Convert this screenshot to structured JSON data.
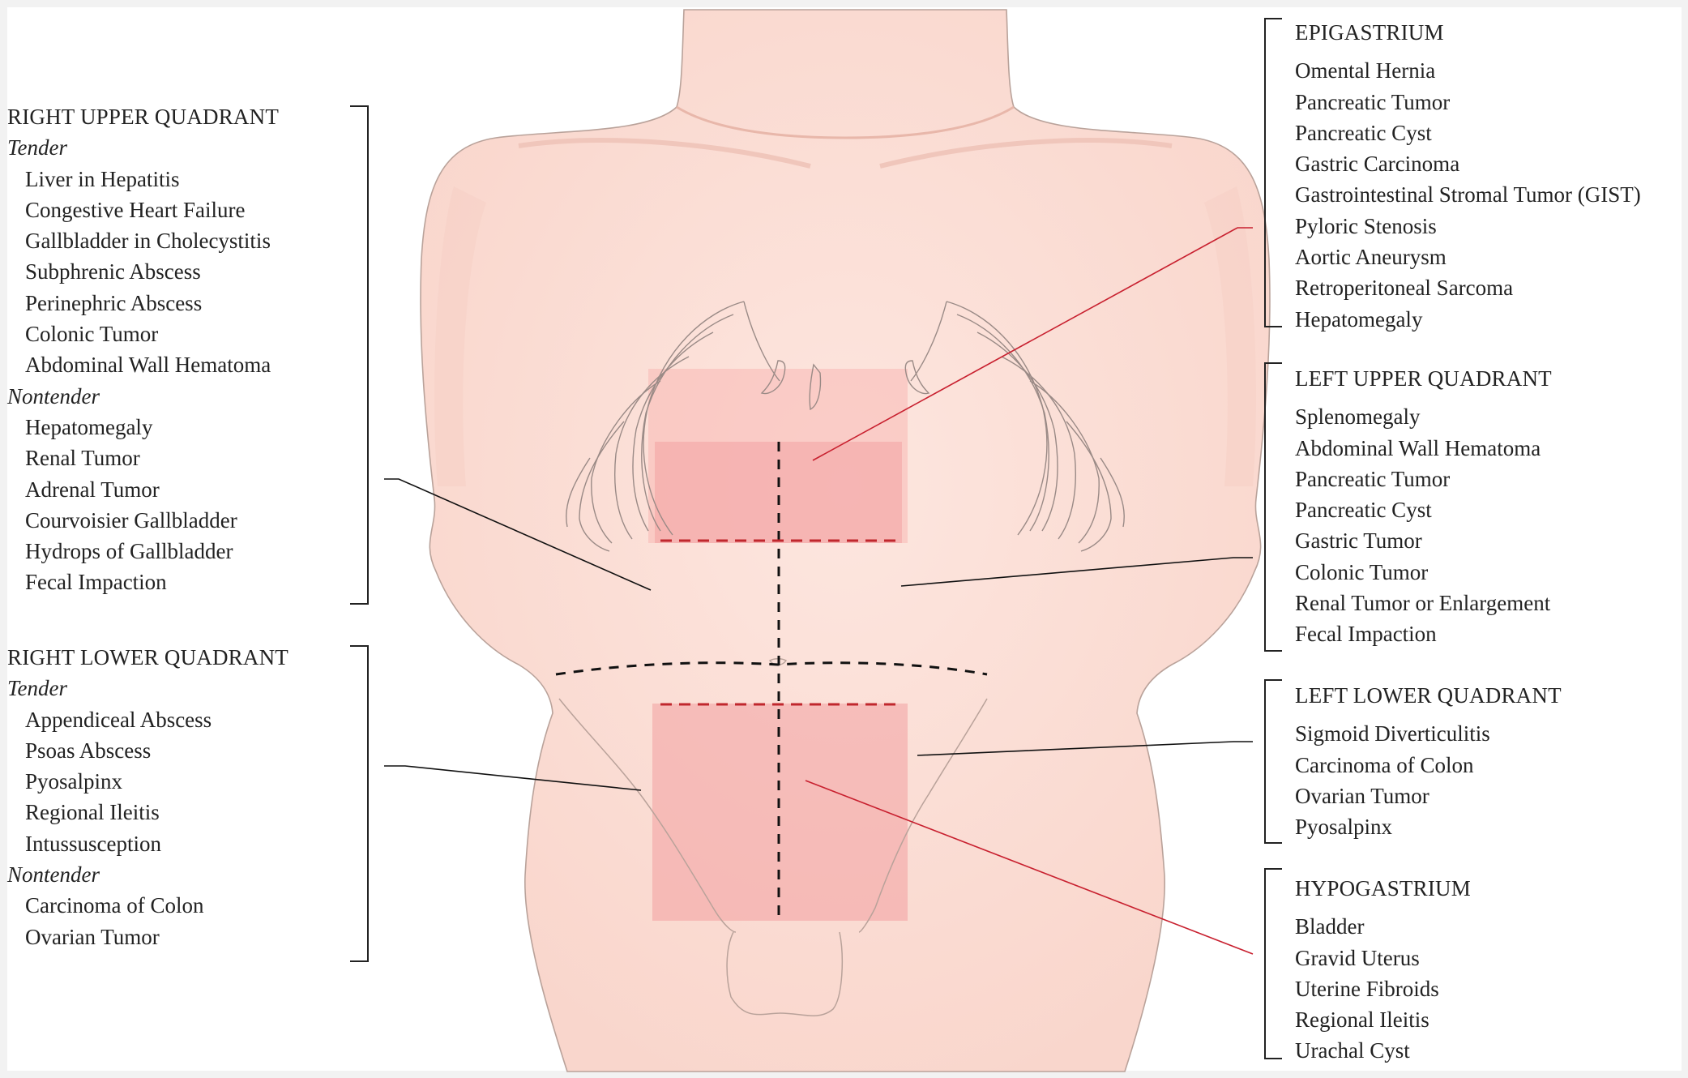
{
  "groups": [
    {
      "id": "right-upper-quadrant",
      "heading": "RIGHT UPPER QUADRANT",
      "tender_label": "Tender",
      "tender": [
        "Liver in Hepatitis",
        "Congestive Heart Failure",
        "Gallbladder in Cholecystitis",
        "Subphrenic Abscess",
        "Perinephric Abscess",
        "Colonic Tumor",
        "Abdominal Wall Hematoma"
      ],
      "nontender_label": "Nontender",
      "nontender": [
        "Hepatomegaly",
        "Renal Tumor",
        "Adrenal Tumor",
        "Courvoisier Gallbladder",
        "Hydrops of Gallbladder",
        "Fecal Impaction"
      ]
    },
    {
      "id": "right-lower-quadrant",
      "heading": "RIGHT LOWER QUADRANT",
      "tender_label": "Tender",
      "tender": [
        "Appendiceal Abscess",
        "Psoas Abscess",
        "Pyosalpinx",
        "Regional Ileitis",
        "Intussusception"
      ],
      "nontender_label": "Nontender",
      "nontender": [
        "Carcinoma of Colon",
        "Ovarian Tumor"
      ]
    },
    {
      "id": "epigastrium",
      "heading": "EPIGASTRIUM",
      "items": [
        "Omental Hernia",
        "Pancreatic Tumor",
        "Pancreatic Cyst",
        "Gastric Carcinoma",
        "Gastrointestinal Stromal Tumor (GIST)",
        "Pyloric Stenosis",
        "Aortic Aneurysm",
        "Retroperitoneal Sarcoma",
        "Hepatomegaly"
      ]
    },
    {
      "id": "left-upper-quadrant",
      "heading": "LEFT UPPER QUADRANT",
      "items": [
        "Splenomegaly",
        "Abdominal Wall Hematoma",
        "Pancreatic Tumor",
        "Pancreatic Cyst",
        "Gastric Tumor",
        "Colonic Tumor",
        "Renal Tumor or Enlargement",
        "Fecal Impaction"
      ]
    },
    {
      "id": "left-lower-quadrant",
      "heading": "LEFT LOWER QUADRANT",
      "items": [
        "Sigmoid Diverticulitis",
        "Carcinoma of Colon",
        "Ovarian Tumor",
        "Pyosalpinx"
      ]
    },
    {
      "id": "hypogastrium",
      "heading": "HYPOGASTRIUM",
      "items": [
        "Bladder",
        "Gravid Uterus",
        "Uterine Fibroids",
        "Regional Ileitis",
        "Urachal Cyst"
      ]
    }
  ],
  "colors": {
    "skin": "#fbded6",
    "skin_outline": "#b9a29a",
    "shaded_region": "#f29a9c",
    "red_dash": "#c0272d",
    "leader_epi_hypo": "#c8202f",
    "leader_black": "#111111",
    "background": "#f2f2f2"
  }
}
